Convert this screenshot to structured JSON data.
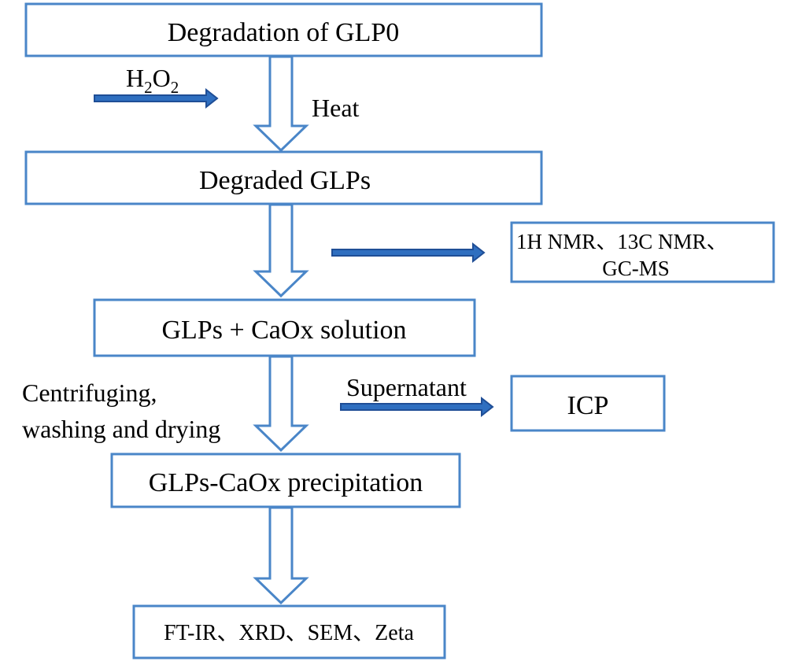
{
  "colors": {
    "box_border": "#4a86c8",
    "arrow_fill": "#2f6fc0",
    "arrow_outline": "#1f4e96",
    "text": "#000000"
  },
  "nodes": {
    "degradation": "Degradation of GLP0",
    "degraded": "Degraded GLPs",
    "solution": "GLPs + CaOx solution",
    "precipitation": "GLPs-CaOx precipitation",
    "characterization": "FT-IR、XRD、SEM、Zeta",
    "nmr_line1": "1H NMR、13C NMR、",
    "nmr_line2": "GC-MS",
    "icp": "ICP"
  },
  "labels": {
    "reagent_main": "H",
    "reagent_sub1": "2",
    "reagent_mid": "O",
    "reagent_sub2": "2",
    "heat": "Heat",
    "process_line1": "Centrifuging,",
    "process_line2": "washing and drying",
    "supernatant": "Supernatant"
  }
}
